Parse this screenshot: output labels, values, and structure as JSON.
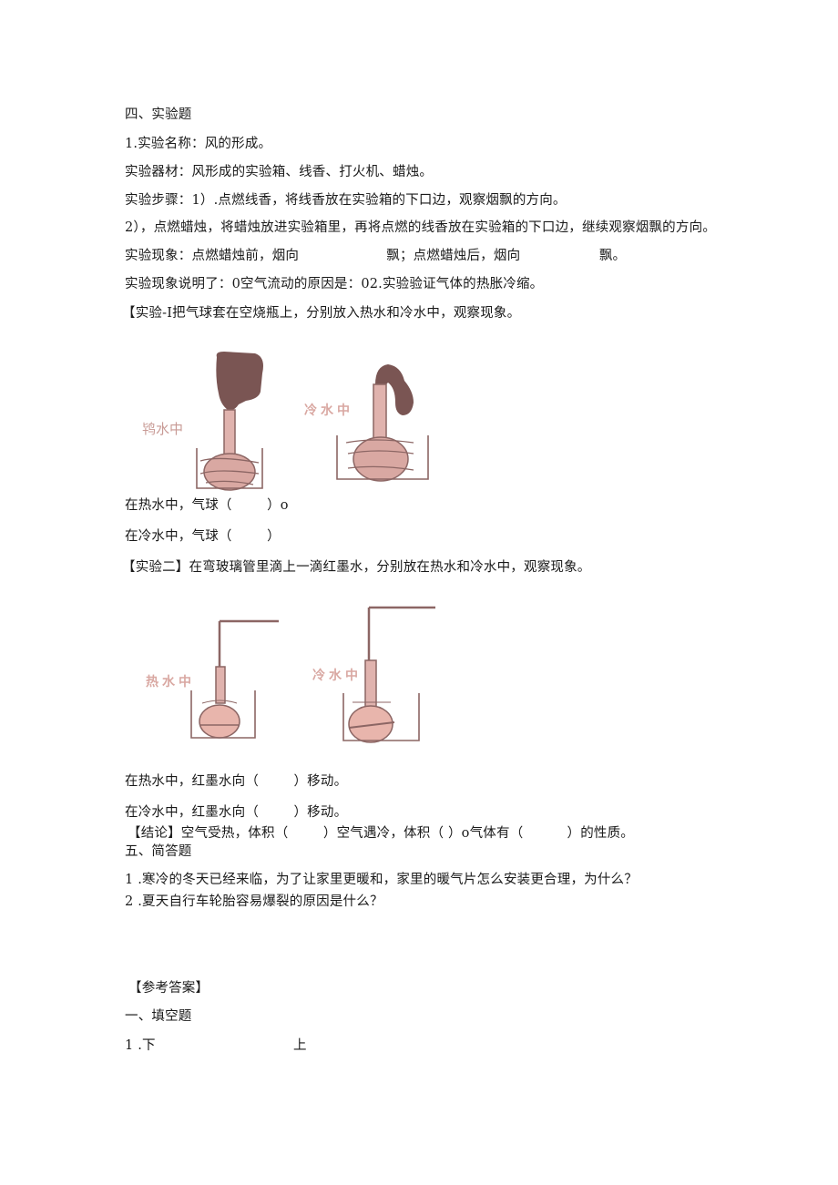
{
  "section4": {
    "heading": "四、实验题",
    "q1_title": "1.实验名称：风的形成。",
    "materials": "实验器材：风形成的实验箱、线香、打火机、蜡烛。",
    "step1": "实验步骤：1）.点燃线香，将线香放在实验箱的下口边，观察烟飘的方向。",
    "step2": "2），点燃蜡烛，将蜡烛放进实验箱里，再将点燃的线香放在实验箱的下口边，继续观察烟飘的方向。",
    "phenomenon": "实验现象：点燃蜡烛前，烟向                    飘；点燃蜡烛后，烟向                  飘。",
    "explanation": "实验现象说明了：0空气流动的原因是：02.实验验证气体的热胀冷缩。",
    "exp1_intro": "【实验-I把气球套在空烧瓶上，分别放入热水和冷水中，观察现象。",
    "exp1_fig_hot_label": "鸨水中",
    "exp1_fig_cold_label": "冷水中",
    "exp1_hot": "在热水中，气球（        ）o",
    "exp1_cold": "在冷水中，气球（        ）",
    "exp2_intro": "【实验二】在弯玻璃管里滴上一滴红墨水，分别放在热水和冷水中，观察现象。",
    "exp2_fig_hot_label": "热水中",
    "exp2_fig_cold_label": "冷水中",
    "exp2_hot": "在热水中，红墨水向（        ）移动。",
    "exp2_cold": "在冷水中，红墨水向（        ）移动。",
    "conclusion": "【结论】空气受热，体积（        ）空气遇冷，体积（ ）o气体有（          ）的性质。"
  },
  "section5": {
    "heading": "五、简答题",
    "q1": "1 .寒冷的冬天已经来临，为了让家里更暖和，家里的暖气片怎么安装更合理，为什么？",
    "q2": "2 .夏天自行车轮胎容易爆裂的原因是什么？"
  },
  "answers": {
    "heading": "【参考答案】",
    "section1": "一、填空题",
    "a1_prefix": "1 .下",
    "a1_second": "上"
  },
  "colors": {
    "balloon_dark": "#7a5553",
    "flask_pink": "#e0b3ae",
    "outline": "#8c6664"
  }
}
